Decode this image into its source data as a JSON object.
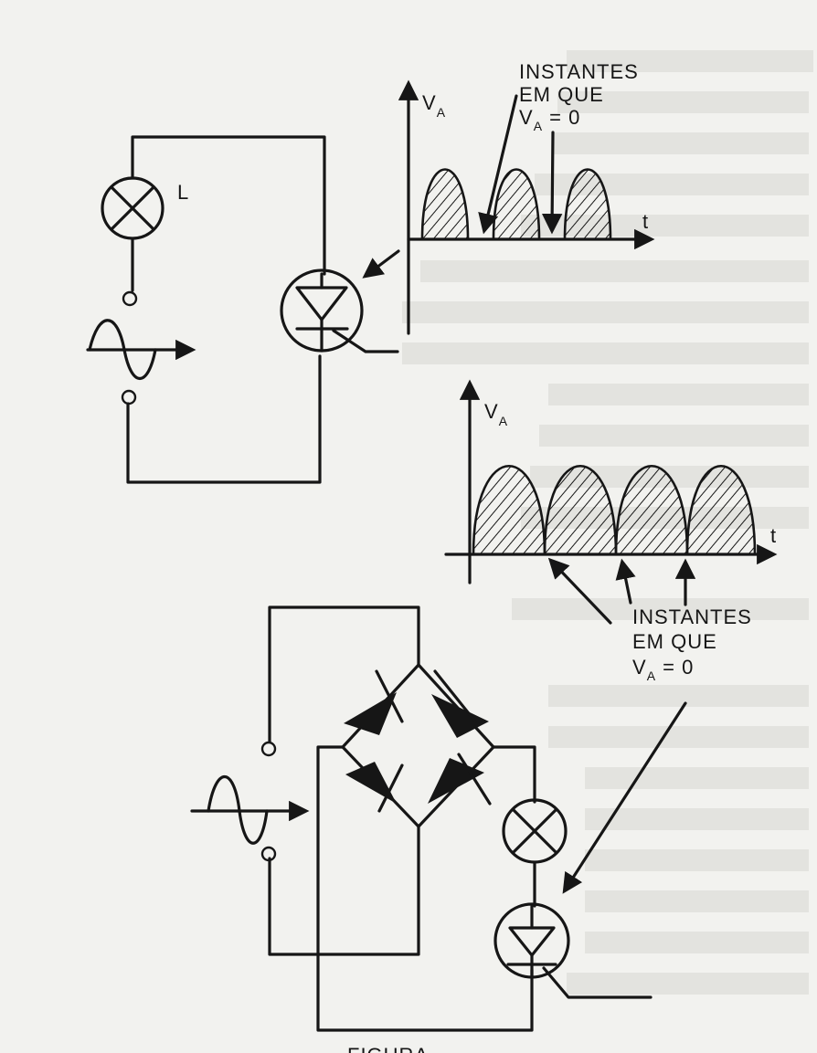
{
  "lamp_label": "L",
  "graph_top": {
    "axis_y": "V",
    "axis_y_sub": "A",
    "axis_x": "t",
    "note_line1": "INSTANTES",
    "note_line2": "EM  QUE",
    "note_line3_main": "V",
    "note_line3_sub": "A",
    "note_line3_rest": " = 0"
  },
  "graph_bottom": {
    "axis_y": "V",
    "axis_y_sub": "A",
    "axis_x": "t",
    "note_line1": "INSTANTES",
    "note_line2": "EM  QUE",
    "note_line3_main": "V",
    "note_line3_sub": "A",
    "note_line3_rest": " = 0"
  },
  "caption": "FIGURA"
}
